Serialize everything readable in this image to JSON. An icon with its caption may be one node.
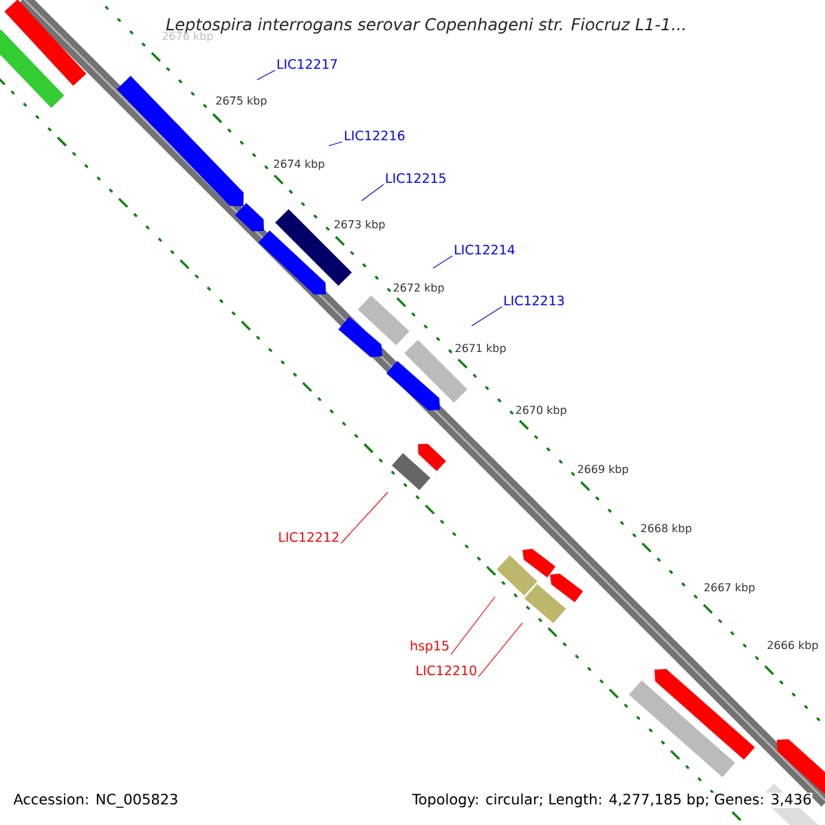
{
  "diagram": {
    "title": "Leptospira interrogans serovar Copenhageni str. Fiocruz L1-1...",
    "nodes": [
      {
        "text": [
          "LIC12217"
        ]
      },
      {
        "text": [
          "LIC12216"
        ]
      },
      {
        "text": [
          "LIC12215"
        ]
      },
      {
        "text": [
          "LIC12214"
        ]
      },
      {
        "text": [
          "LIC12213"
        ]
      },
      {
        "text": [
          "LIC12212"
        ]
      },
      {
        "text": [
          "hsp15"
        ]
      },
      {
        "text": [
          "LIC12210"
        ]
      }
    ],
    "edges": [
      {
        "from": 0,
        "to": null,
        "arrow": "none",
        "color": "#0000ff"
      },
      {
        "from": 1,
        "to": null,
        "arrow": "none",
        "color": "#0000ff"
      },
      {
        "from": 2,
        "to": null,
        "arrow": "none",
        "color": "#0000ff"
      },
      {
        "from": 3,
        "to": null,
        "arrow": "none",
        "color": "#0000ff"
      },
      {
        "from": 4,
        "to": null,
        "arrow": "none",
        "color": "#0000ff"
      },
      {
        "from": 5,
        "to": null,
        "arrow": "none",
        "color": "#ff0000"
      },
      {
        "from": 6,
        "to": null,
        "arrow": "none",
        "color": "#ff0000"
      },
      {
        "from": 7,
        "to": null,
        "arrow": "none",
        "color": "#ff0000"
      }
    ],
    "labels": [
      "2676 kbp",
      "2675 kbp",
      "2674 kbp",
      "2673 kbp",
      "2672 kbp",
      "2671 kbp",
      "2670 kbp",
      "2669 kbp",
      "2668 kbp",
      "2667 kbp",
      "2666 kbp",
      "Accession: NC_005823",
      "Topology: circular; Length: 4,277,185 bp; Genes: 3,436"
    ]
  }
}
